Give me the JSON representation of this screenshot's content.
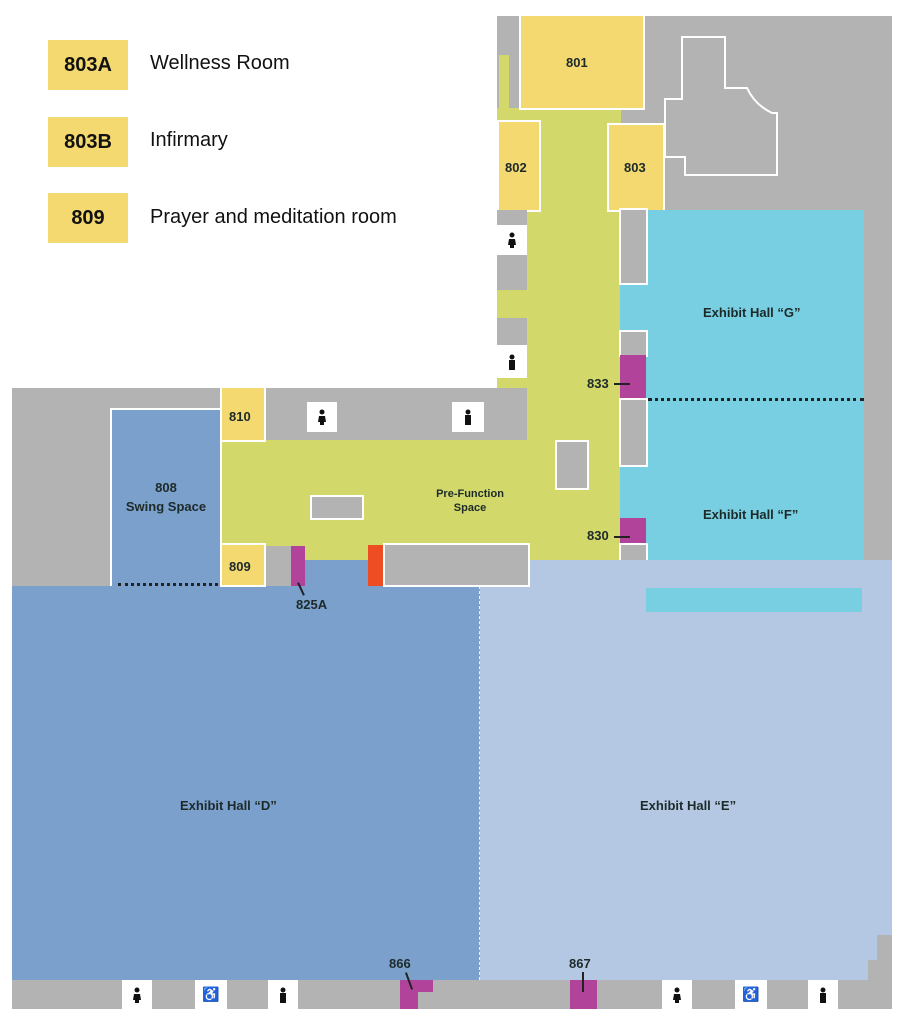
{
  "legend": [
    {
      "code": "803A",
      "label": "Wellness Room"
    },
    {
      "code": "803B",
      "label": "Infirmary"
    },
    {
      "code": "809",
      "label": "Prayer and meditation room"
    }
  ],
  "rooms": {
    "r801": "801",
    "r802": "802",
    "r803": "803",
    "r810": "810",
    "r809": "809",
    "r808_num": "808",
    "r808_name": "Swing Space",
    "prefunction_1": "Pre-Function",
    "prefunction_2": "Space",
    "hall_g": "Exhibit Hall “G”",
    "hall_f": "Exhibit Hall “F”",
    "hall_d": "Exhibit Hall “D”",
    "hall_e": "Exhibit Hall “E”",
    "r833": "833",
    "r830": "830",
    "r825a": "825A",
    "r866": "866",
    "r867": "867"
  },
  "icons": {
    "restroom": "person-icon",
    "accessible": "♿"
  },
  "colors": {
    "gray": "#b3b3b3",
    "yellow": "#f3d970",
    "green": "#d3d86a",
    "cyan": "#79cfe2",
    "hall_d": "#7ba0cc",
    "hall_e": "#b5c8e3",
    "magenta": "#b2439a",
    "red": "#ee4c23"
  }
}
